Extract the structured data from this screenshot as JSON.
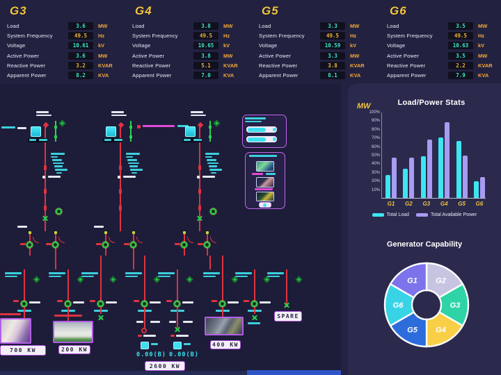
{
  "generator_stats": {
    "row_labels": [
      "Load",
      "System Frequency",
      "Voltage",
      "Active Power",
      "Reactive Power",
      "Apparent Power"
    ],
    "units": [
      "MW",
      "Hz",
      "kV",
      "MW",
      "KVAR",
      "KVA"
    ],
    "value_colors": [
      "teal",
      "amber",
      "teal",
      "teal",
      "amber",
      "teal"
    ],
    "panels": [
      {
        "name": "G3",
        "values": [
          "3.6",
          "49.5",
          "10.61",
          "3.6",
          "3.2",
          "8.2"
        ]
      },
      {
        "name": "G4",
        "values": [
          "3.8",
          "49.5",
          "10.65",
          "3.8",
          "5.1",
          "7.0"
        ]
      },
      {
        "name": "G5",
        "values": [
          "3.3",
          "49.5",
          "10.59",
          "3.3",
          "3.8",
          "8.1"
        ]
      },
      {
        "name": "G6",
        "values": [
          "3.5",
          "49.5",
          "10.63",
          "3.5",
          "2.2",
          "7.9"
        ]
      }
    ]
  },
  "chart_data": [
    {
      "type": "bar",
      "title": "Load/Power Stats",
      "ylabel": "MW",
      "categories": [
        "G1",
        "G2",
        "G3",
        "G4",
        "G5",
        "G6"
      ],
      "series": [
        {
          "name": "Total Load",
          "color": "#3ee5f0",
          "values": [
            27,
            34,
            48,
            70,
            66,
            19
          ]
        },
        {
          "name": "Total Available Power",
          "color": "#a79bf2",
          "values": [
            47,
            47,
            68,
            88,
            49,
            24
          ]
        }
      ],
      "yticks": [
        "100%",
        "90%",
        "80%",
        "70%",
        "60%",
        "50%",
        "40%",
        "30%",
        "20%",
        "10%"
      ],
      "ylim": [
        0,
        100
      ],
      "grid": false,
      "legend_position": "bottom"
    },
    {
      "type": "pie",
      "title": "Generator Capability",
      "donut": true,
      "labels": [
        "G1",
        "G2",
        "G3",
        "G4",
        "G5",
        "G6"
      ],
      "values": [
        1,
        1,
        1,
        1,
        1,
        1
      ],
      "colors": [
        "#7d73ea",
        "#c7c4e2",
        "#2ed3a6",
        "#f8cf46",
        "#2d6cdb",
        "#38d4e6"
      ],
      "label_color": "#ffffff"
    }
  ],
  "schematic": {
    "spare": "SPARE",
    "loads": {
      "load1": "700 KW",
      "load2": "200 KW",
      "load3": "400 KW",
      "total": "2600 KW"
    },
    "meters": [
      "0.00(B)",
      "0.00(B)"
    ]
  }
}
